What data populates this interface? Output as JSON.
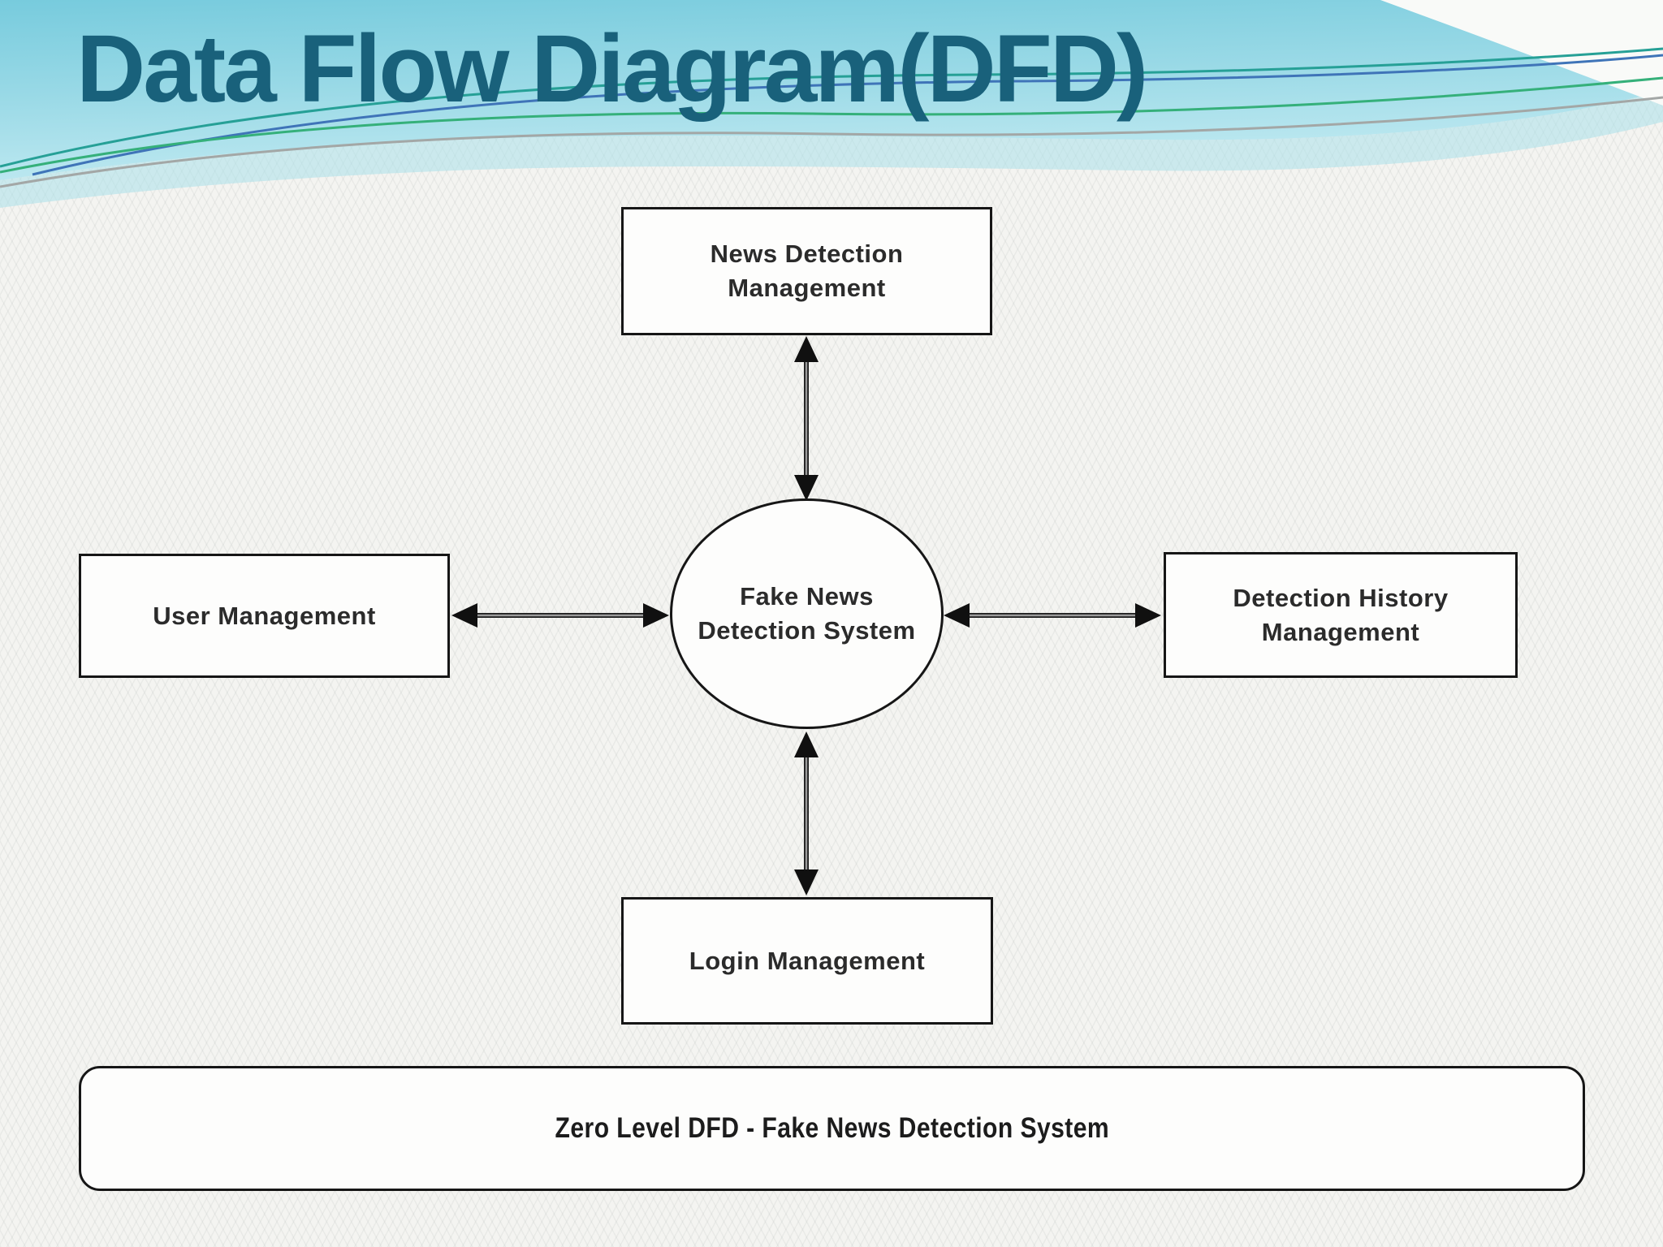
{
  "slide": {
    "title": "Data Flow Diagram(DFD)",
    "colors": {
      "title_text": "#19617b",
      "sky_top": "#7fcfe0",
      "sky_light": "#b7e6ef",
      "accent_teal": "#26a096",
      "accent_blue": "#3f74b8",
      "accent_green": "#35b07a",
      "accent_gray": "#a3a7a6",
      "node_border": "#161616",
      "node_fill": "#fdfdfc",
      "node_text": "#2b2b2b"
    }
  },
  "diagram": {
    "center_node": {
      "label": "Fake News Detection System"
    },
    "nodes": {
      "top": {
        "label": "News Detection Management"
      },
      "left": {
        "label": "User Management"
      },
      "right": {
        "label": "Detection History Management"
      },
      "bottom": {
        "label": "Login Management"
      }
    },
    "caption": "Zero Level DFD - Fake News Detection System"
  }
}
